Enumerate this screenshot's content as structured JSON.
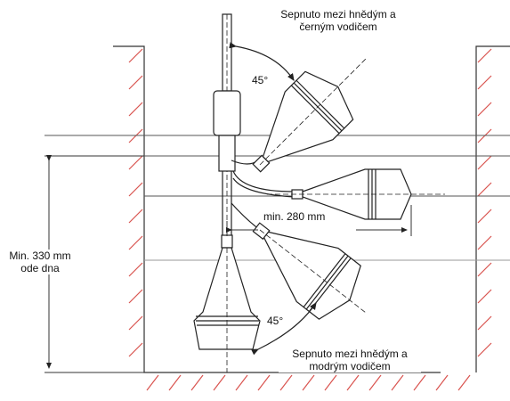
{
  "labels": {
    "top_caption_line1": "Sepnuto mezi hnědým a",
    "top_caption_line2": "černým vodičem",
    "bottom_caption_line1": "Sepnuto mezi hnědým a",
    "bottom_caption_line2": "modrým vodičem",
    "angle_top": "45°",
    "angle_bottom": "45°",
    "min_horizontal": "min. 280 mm",
    "min_height_line1": "Min. 330 mm",
    "min_height_line2": "ode dna"
  },
  "colors": {
    "line": "#222222",
    "hatch": "#d9534f",
    "guide": "#777777"
  }
}
